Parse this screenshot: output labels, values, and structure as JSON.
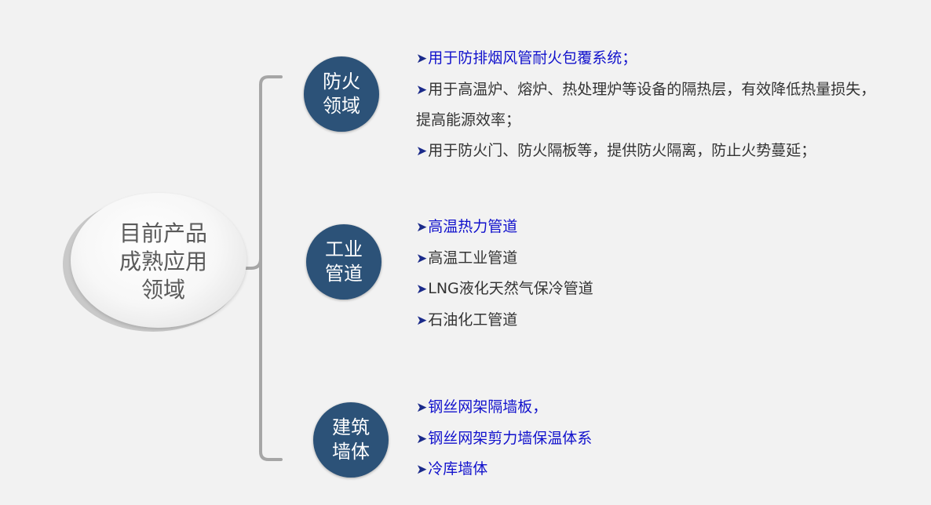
{
  "center": {
    "label": "目前产品\n成熟应用\n领域"
  },
  "categories": [
    {
      "label": "防火\n领域",
      "items": [
        {
          "text": "用于防排烟风管耐火包覆系统；",
          "highlight": true
        },
        {
          "text": "用于高温炉、熔炉、热处理炉等设备的隔热层，有效降低热量损失，提高能源效率；",
          "highlight": false
        },
        {
          "text": "用于防火门、防火隔板等，提供防火隔离，防止火势蔓延；",
          "highlight": false
        }
      ]
    },
    {
      "label": "工业\n管道",
      "items": [
        {
          "text": "高温热力管道",
          "highlight": true
        },
        {
          "text": "高温工业管道",
          "highlight": false
        },
        {
          "text": "LNG液化天然气保冷管道",
          "highlight": false
        },
        {
          "text": "石油化工管道",
          "highlight": false
        }
      ]
    },
    {
      "label": "建筑\n墙体",
      "items": [
        {
          "text": "钢丝网架隔墙板，",
          "highlight": true
        },
        {
          "text": "钢丝网架剪力墙保温体系",
          "highlight": true
        },
        {
          "text": "冷库墙体",
          "highlight": true
        }
      ]
    }
  ],
  "colors": {
    "background": "#f2f2f2",
    "circle": "#2c5278",
    "highlight_text": "#1111cc",
    "normal_text": "#333333",
    "bracket": "#a6a6a6"
  },
  "icons": {
    "bullet": "arrow-bullet-icon"
  }
}
